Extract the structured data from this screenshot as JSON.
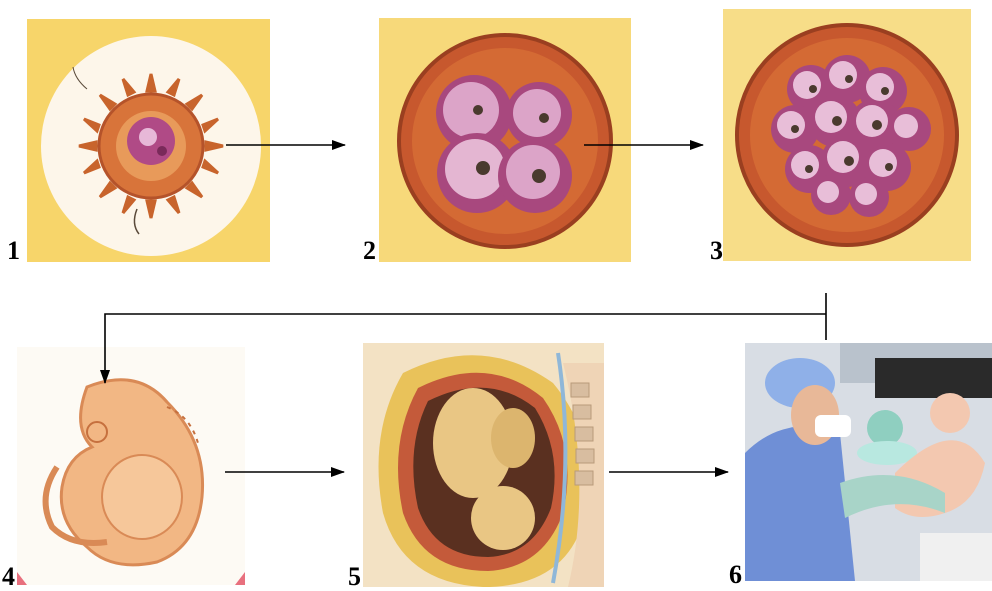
{
  "diagram": {
    "steps": [
      {
        "number": "1",
        "icon": "fertilized-egg-icon"
      },
      {
        "number": "2",
        "icon": "four-cell-embryo-icon"
      },
      {
        "number": "3",
        "icon": "morula-icon"
      },
      {
        "number": "4",
        "icon": "early-embryo-icon"
      },
      {
        "number": "5",
        "icon": "fetus-in-uterus-icon"
      },
      {
        "number": "6",
        "icon": "newborn-delivery-photo-icon"
      }
    ],
    "colors": {
      "yellow_bg": "#f7d56a",
      "egg_orange": "#d8743a",
      "cell_purple": "#b04a86",
      "skin": "#f0b27a",
      "scrubs": "#6f8fd6",
      "arrow": "#000000"
    }
  }
}
